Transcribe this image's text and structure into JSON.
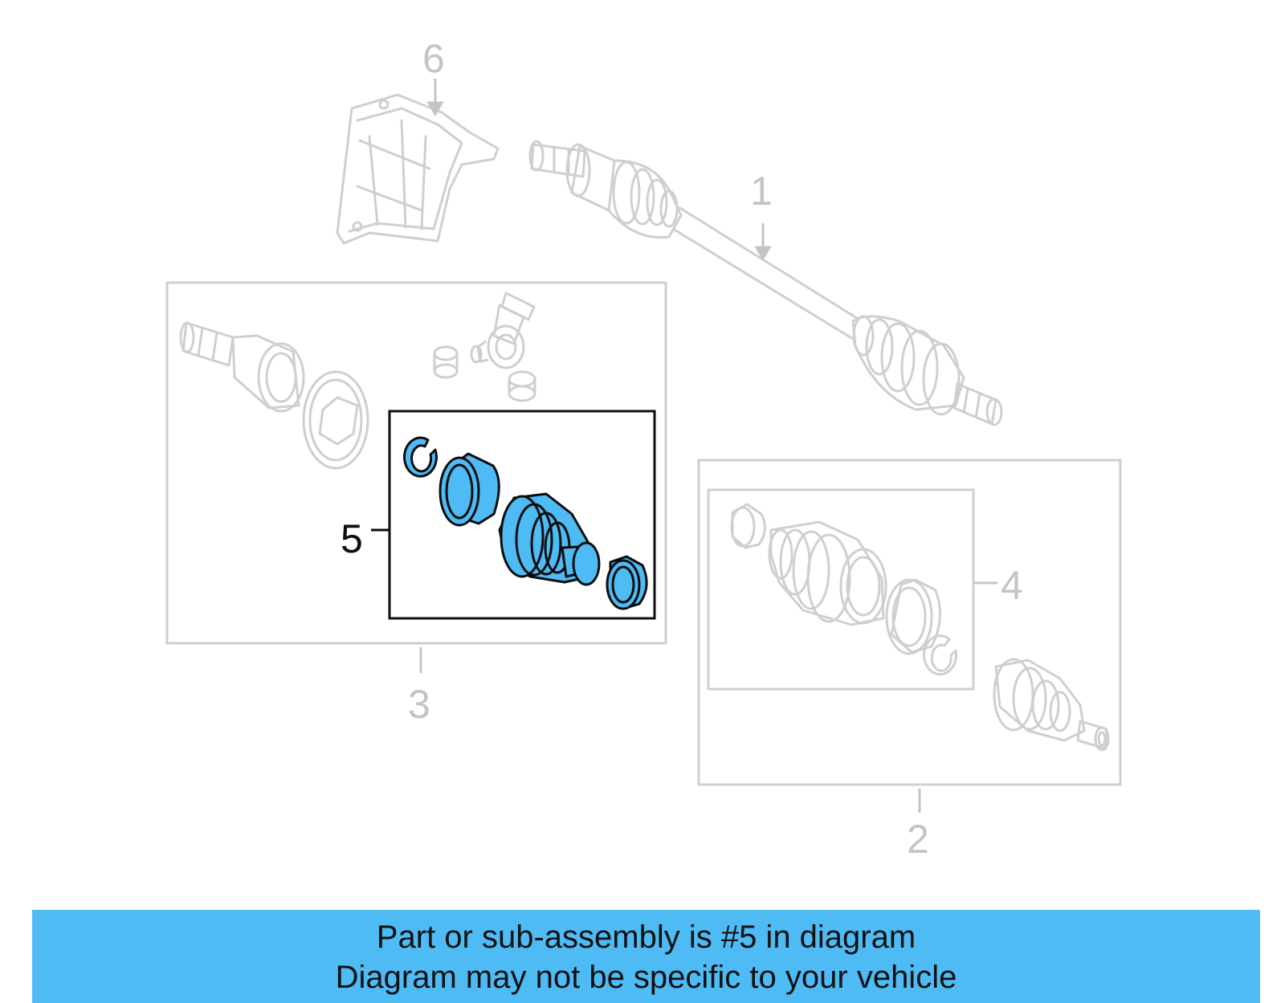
{
  "colors": {
    "faded": "#cfcfcf",
    "faded_text": "#c4c4c4",
    "highlight_fill": "#4ebbf5",
    "highlight_stroke": "#0d0d0d",
    "banner_bg": "#4ebbf5"
  },
  "callouts": {
    "c1": "1",
    "c2": "2",
    "c3": "3",
    "c4": "4",
    "c5": "5",
    "c6": "6"
  },
  "banner": {
    "line1": "Part or sub-assembly is #5 in diagram",
    "line2": "Diagram may not be specific to your vehicle"
  }
}
